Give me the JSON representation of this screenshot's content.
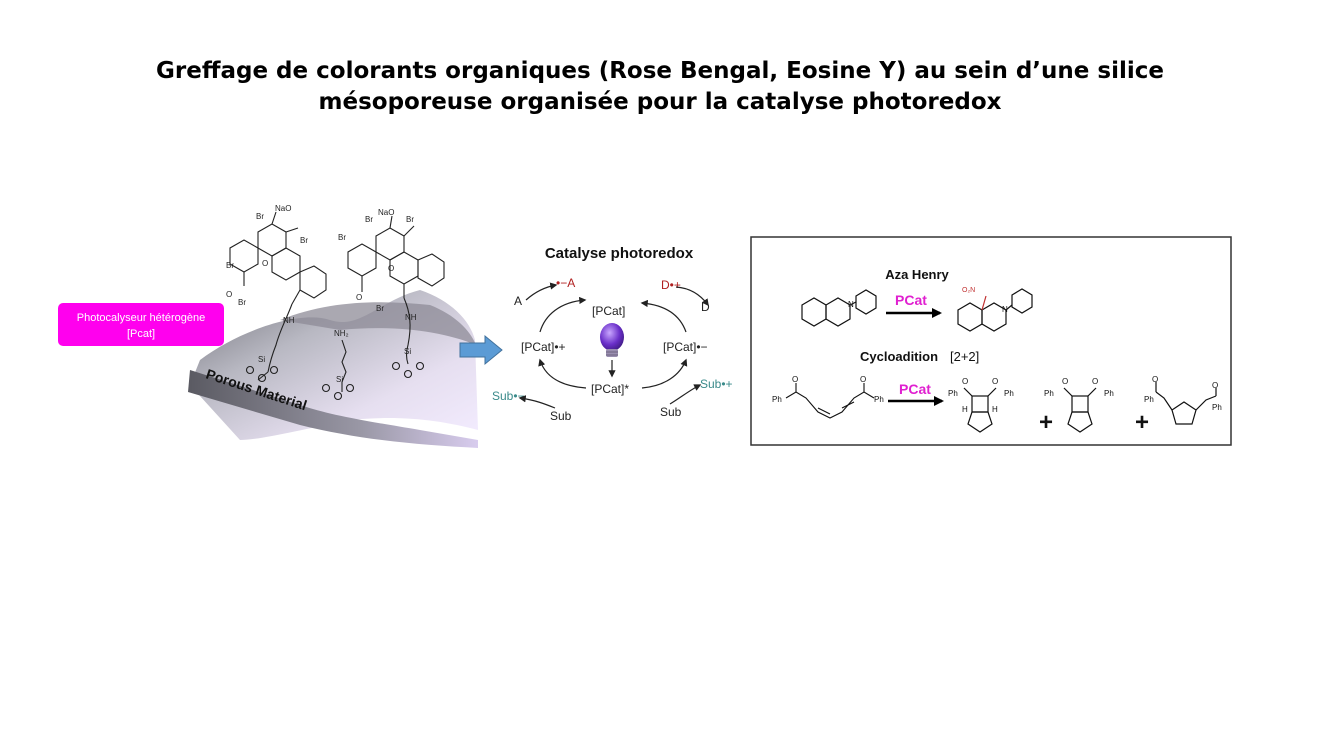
{
  "page": {
    "title_line1": "Greffage de colorants organiques (Rose Bengal, Eosine Y) au sein d’une silice",
    "title_line2": "mésoporeuse organisée pour la catalyse photoredox"
  },
  "material": {
    "badge_line1": "Photocalyseur hétérogène",
    "badge_line2": "[Pcat]",
    "surface_label": "Porous Material",
    "atoms": {
      "na_o": "NaO",
      "br": "Br",
      "o": "O",
      "nh": "NH",
      "nh2": "NH₂",
      "si": "Si"
    }
  },
  "cycle": {
    "heading": "Catalyse photoredox",
    "pcat": "[PCat]",
    "pcat_plus": "[PCat]•+",
    "pcat_minus": "[PCat]•−",
    "pcat_star": "[PCat]*",
    "a": "A",
    "a_radical": "•−A",
    "d": "D",
    "d_radical": "D•+",
    "sub": "Sub",
    "sub_minus": "Sub•−",
    "sub_plus": "Sub•+"
  },
  "reactions": {
    "aza_title": "Aza Henry",
    "aza_reagent": "PCat",
    "no2": "O₂N",
    "n": "N",
    "cyclo_title": "Cycloadition",
    "cyclo_suffix": "[2+2]",
    "cyclo_reagent": "PCat",
    "ph": "Ph",
    "o": "O",
    "h": "H",
    "plus": "+"
  },
  "colors": {
    "badge": "#ff00ee",
    "reagent": "#e020d0",
    "arrow_blue": "#5b9bd5",
    "radical_red": "#b02020",
    "sub_teal": "#3a8a8a"
  }
}
